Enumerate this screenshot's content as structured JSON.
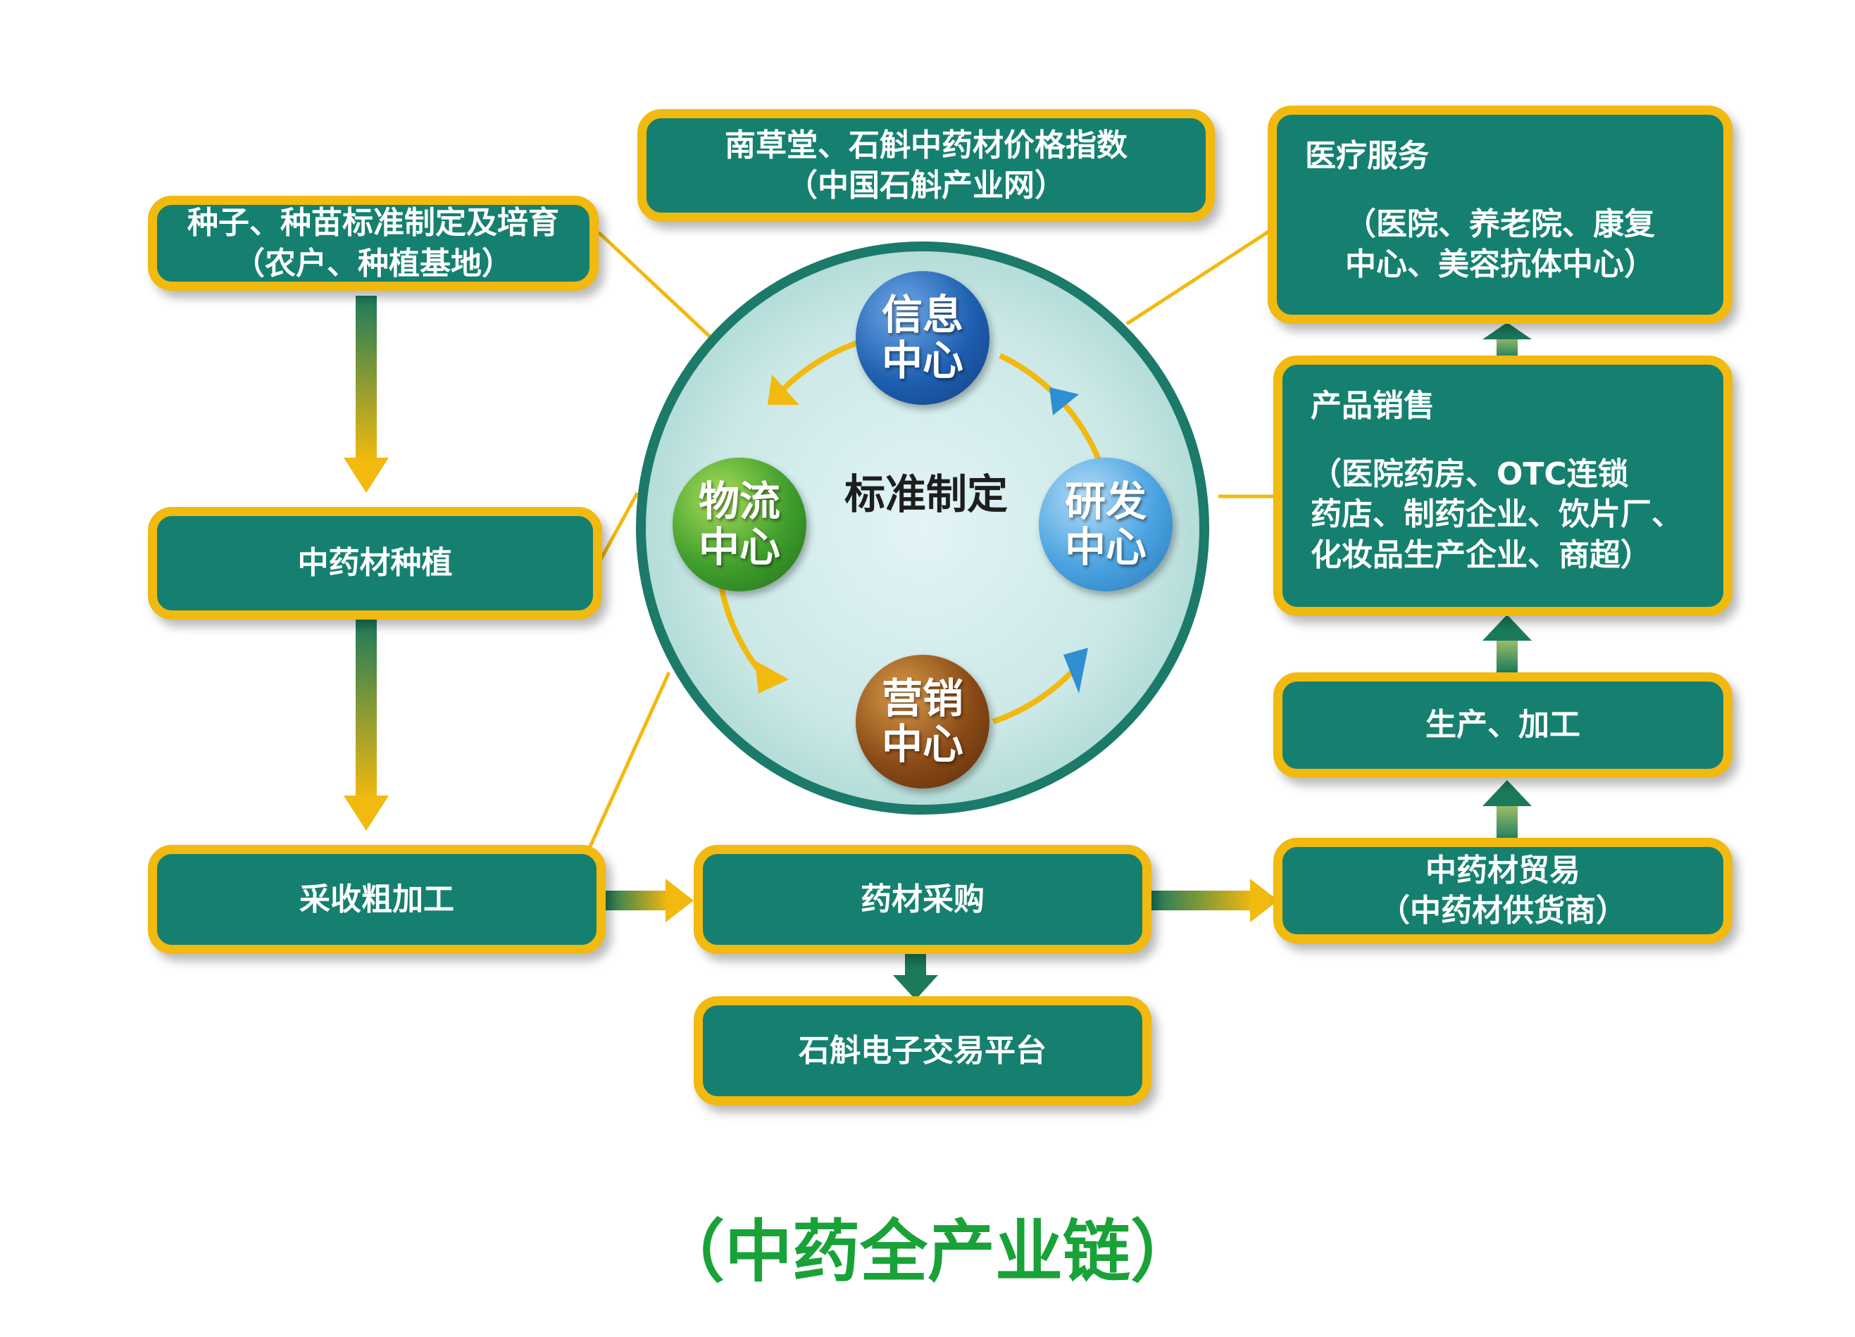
{
  "nodes": {
    "seed": {
      "line1": "种子、种苗标准制定及培育",
      "line2": "（农户、种植基地）"
    },
    "price_index": {
      "line1": "南草堂、石斛中药材价格指数",
      "line2": "（中国石斛产业网）"
    },
    "medical": {
      "title": "医疗服务",
      "line1": "（医院、养老院、康复",
      "line2": "中心、美容抗体中心）"
    },
    "planting": {
      "label": "中药材种植"
    },
    "sales": {
      "title": "产品销售",
      "line1": "（医院药房、OTC连锁",
      "line2": "药店、制药企业、饮片厂、",
      "line3": "化妆品生产企业、商超）"
    },
    "production": {
      "label": "生产、加工"
    },
    "harvest": {
      "label": "采收粗加工"
    },
    "purchase": {
      "label": "药材采购"
    },
    "trade": {
      "line1": "中药材贸易",
      "line2": "（中药材供货商）"
    },
    "platform": {
      "label": "石斛电子交易平台"
    }
  },
  "hub": {
    "label": "标准制定",
    "bubbles": {
      "info": {
        "line1": "信息",
        "line2": "中心"
      },
      "rd": {
        "line1": "研发",
        "line2": "中心"
      },
      "marketing": {
        "line1": "营销",
        "line2": "中心"
      },
      "logistics": {
        "line1": "物流",
        "line2": "中心"
      }
    }
  },
  "caption": "（中药全产业链）",
  "colors": {
    "box_fill": "#15806f",
    "box_border": "#f2b90e",
    "arrow_dark": "#1b7a5c",
    "arrow_light": "#f2b90e",
    "caption": "#18a238",
    "info_bubble": "#1e5fb0",
    "rd_bubble": "#4aa3e0",
    "marketing_bubble": "#8a4a16",
    "logistics_bubble": "#3f9e2c"
  }
}
